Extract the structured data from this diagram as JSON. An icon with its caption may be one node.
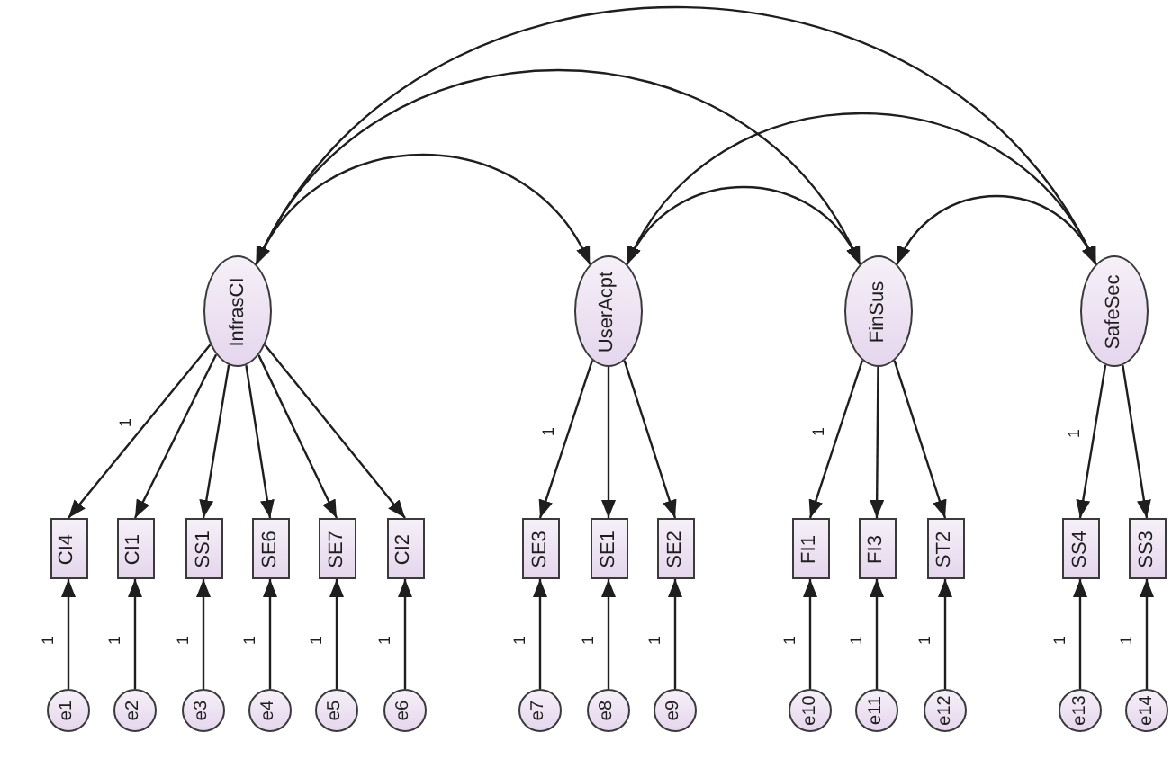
{
  "diagram": {
    "nodes": [
      {
        "text": [
          "InfrasCI"
        ]
      },
      {
        "text": [
          "UserAcpt"
        ]
      },
      {
        "text": [
          "FinSus"
        ]
      },
      {
        "text": [
          "SafeSec"
        ]
      },
      {
        "text": [
          "CI4"
        ]
      },
      {
        "text": [
          "CI1"
        ]
      },
      {
        "text": [
          "SS1"
        ]
      },
      {
        "text": [
          "SE6"
        ]
      },
      {
        "text": [
          "SE7"
        ]
      },
      {
        "text": [
          "CI2"
        ]
      },
      {
        "text": [
          "SE3"
        ]
      },
      {
        "text": [
          "SE1"
        ]
      },
      {
        "text": [
          "SE2"
        ]
      },
      {
        "text": [
          "FI1"
        ]
      },
      {
        "text": [
          "FI3"
        ]
      },
      {
        "text": [
          "ST2"
        ]
      },
      {
        "text": [
          "SS4"
        ]
      },
      {
        "text": [
          "SS3"
        ]
      },
      {
        "text": [
          "e1"
        ]
      },
      {
        "text": [
          "e2"
        ]
      },
      {
        "text": [
          "e3"
        ]
      },
      {
        "text": [
          "e4"
        ]
      },
      {
        "text": [
          "e5"
        ]
      },
      {
        "text": [
          "e6"
        ]
      },
      {
        "text": [
          "e7"
        ]
      },
      {
        "text": [
          "e8"
        ]
      },
      {
        "text": [
          "e9"
        ]
      },
      {
        "text": [
          "e10"
        ]
      },
      {
        "text": [
          "e11"
        ]
      },
      {
        "text": [
          "e12"
        ]
      },
      {
        "text": [
          "e13"
        ]
      },
      {
        "text": [
          "e14"
        ]
      }
    ],
    "edges": [
      {
        "from": 0,
        "to": 1,
        "arrow": "both"
      },
      {
        "from": 0,
        "to": 2,
        "arrow": "both"
      },
      {
        "from": 0,
        "to": 3,
        "arrow": "both"
      },
      {
        "from": 1,
        "to": 2,
        "arrow": "both"
      },
      {
        "from": 1,
        "to": 3,
        "arrow": "both"
      },
      {
        "from": 2,
        "to": 3,
        "arrow": "both"
      },
      {
        "from": 0,
        "to": 4,
        "arrow": "to",
        "label": "1"
      },
      {
        "from": 0,
        "to": 5,
        "arrow": "to"
      },
      {
        "from": 0,
        "to": 6,
        "arrow": "to"
      },
      {
        "from": 0,
        "to": 7,
        "arrow": "to"
      },
      {
        "from": 0,
        "to": 8,
        "arrow": "to"
      },
      {
        "from": 0,
        "to": 9,
        "arrow": "to"
      },
      {
        "from": 1,
        "to": 10,
        "arrow": "to",
        "label": "1"
      },
      {
        "from": 1,
        "to": 11,
        "arrow": "to"
      },
      {
        "from": 1,
        "to": 12,
        "arrow": "to"
      },
      {
        "from": 2,
        "to": 13,
        "arrow": "to",
        "label": "1"
      },
      {
        "from": 2,
        "to": 14,
        "arrow": "to"
      },
      {
        "from": 2,
        "to": 15,
        "arrow": "to"
      },
      {
        "from": 3,
        "to": 16,
        "arrow": "to",
        "label": "1"
      },
      {
        "from": 3,
        "to": 17,
        "arrow": "to"
      },
      {
        "from": 18,
        "to": 4,
        "arrow": "to",
        "label": "1"
      },
      {
        "from": 19,
        "to": 5,
        "arrow": "to",
        "label": "1"
      },
      {
        "from": 20,
        "to": 6,
        "arrow": "to",
        "label": "1"
      },
      {
        "from": 21,
        "to": 7,
        "arrow": "to",
        "label": "1"
      },
      {
        "from": 22,
        "to": 8,
        "arrow": "to",
        "label": "1"
      },
      {
        "from": 23,
        "to": 9,
        "arrow": "to",
        "label": "1"
      },
      {
        "from": 24,
        "to": 10,
        "arrow": "to",
        "label": "1"
      },
      {
        "from": 25,
        "to": 11,
        "arrow": "to",
        "label": "1"
      },
      {
        "from": 26,
        "to": 12,
        "arrow": "to",
        "label": "1"
      },
      {
        "from": 27,
        "to": 13,
        "arrow": "to",
        "label": "1"
      },
      {
        "from": 28,
        "to": 14,
        "arrow": "to",
        "label": "1"
      },
      {
        "from": 29,
        "to": 15,
        "arrow": "to",
        "label": "1"
      },
      {
        "from": 30,
        "to": 16,
        "arrow": "to",
        "label": "1"
      },
      {
        "from": 31,
        "to": 17,
        "arrow": "to",
        "label": "1"
      }
    ]
  }
}
